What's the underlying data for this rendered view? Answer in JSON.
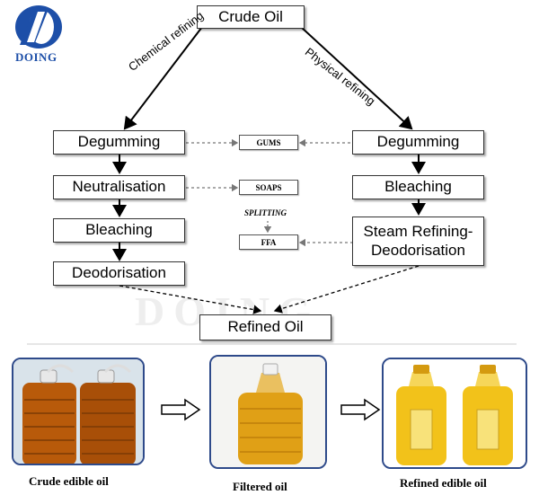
{
  "logo": {
    "text": "DOING"
  },
  "watermark": "DOING",
  "top": {
    "crude_oil": "Crude Oil"
  },
  "branches": {
    "chemical": "Chemical refining",
    "physical": "Physical refining"
  },
  "left_steps": [
    "Degumming",
    "Neutralisation",
    "Bleaching",
    "Deodorisation"
  ],
  "right_steps": [
    "Degumming",
    "Bleaching",
    "Steam Refining-\nDeodorisation"
  ],
  "byproducts": {
    "gums": "GUMS",
    "soaps": "SOAPS",
    "splitting": "SPLITTING",
    "ffa": "FFA"
  },
  "final": "Refined Oil",
  "captions": {
    "crude": "Crude edible oil",
    "filtered": "Filtered oil",
    "refined": "Refined edible oil"
  },
  "colors": {
    "logo_blue": "#1d4fa8",
    "photo_border": "#2e4a8a",
    "oil_crude": "#b85a0a",
    "oil_refined": "#f2c21a"
  }
}
